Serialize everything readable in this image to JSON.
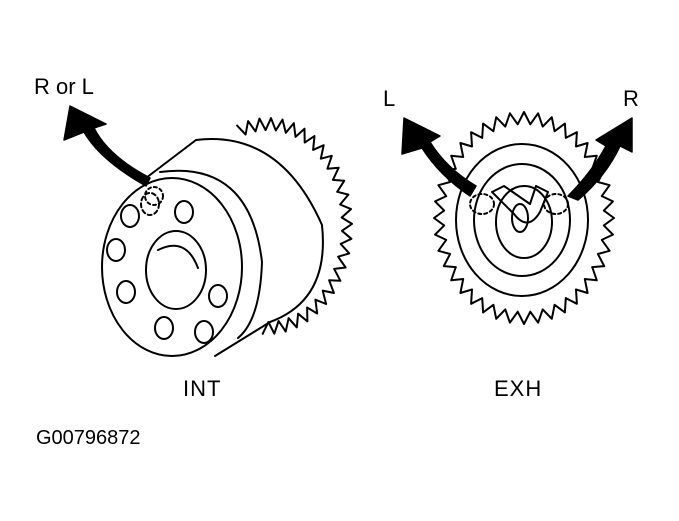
{
  "labels": {
    "intake_arrow": "R or L",
    "exhaust_left_arrow": "L",
    "exhaust_right_arrow": "R",
    "intake": "INT",
    "exhaust": "EXH",
    "figure_code": "G00796872"
  },
  "colors": {
    "line": "#000000",
    "background": "#ffffff"
  }
}
